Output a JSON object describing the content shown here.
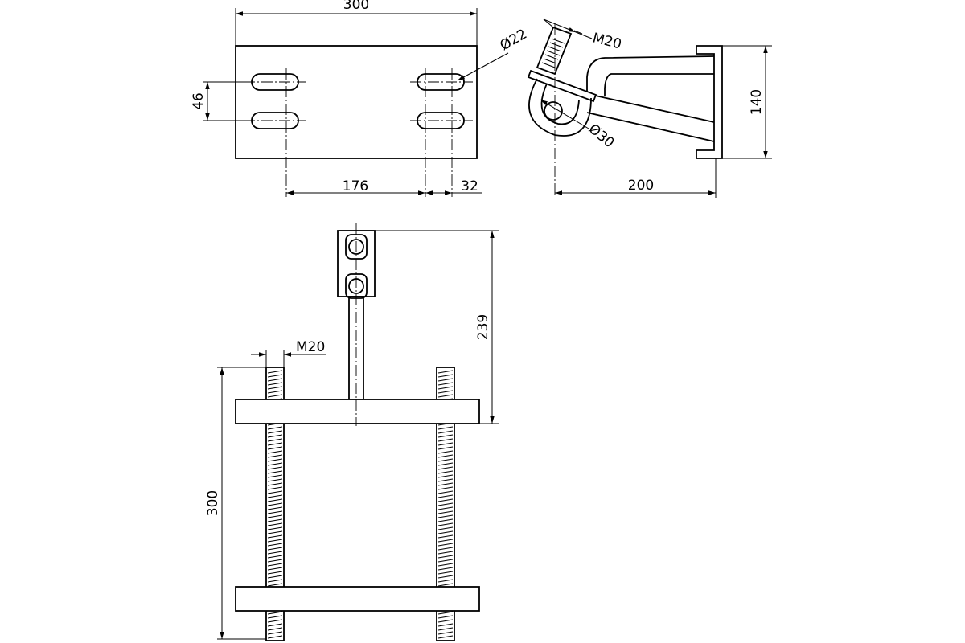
{
  "colors": {
    "stroke": "#000000",
    "background": "#ffffff"
  },
  "front_view": {
    "width_dim": "300",
    "slot_spacing_dim": "46",
    "hole_spacing_dim": "176",
    "edge_offset_dim": "32",
    "slot_diameter_dim": "Ø22"
  },
  "side_view": {
    "thread_dim": "M20",
    "height_dim": "140",
    "bend_diameter_dim": "Ø30",
    "depth_dim": "200"
  },
  "bottom_view": {
    "height_dim": "239",
    "thread_dim": "M20",
    "length_dim": "300"
  }
}
